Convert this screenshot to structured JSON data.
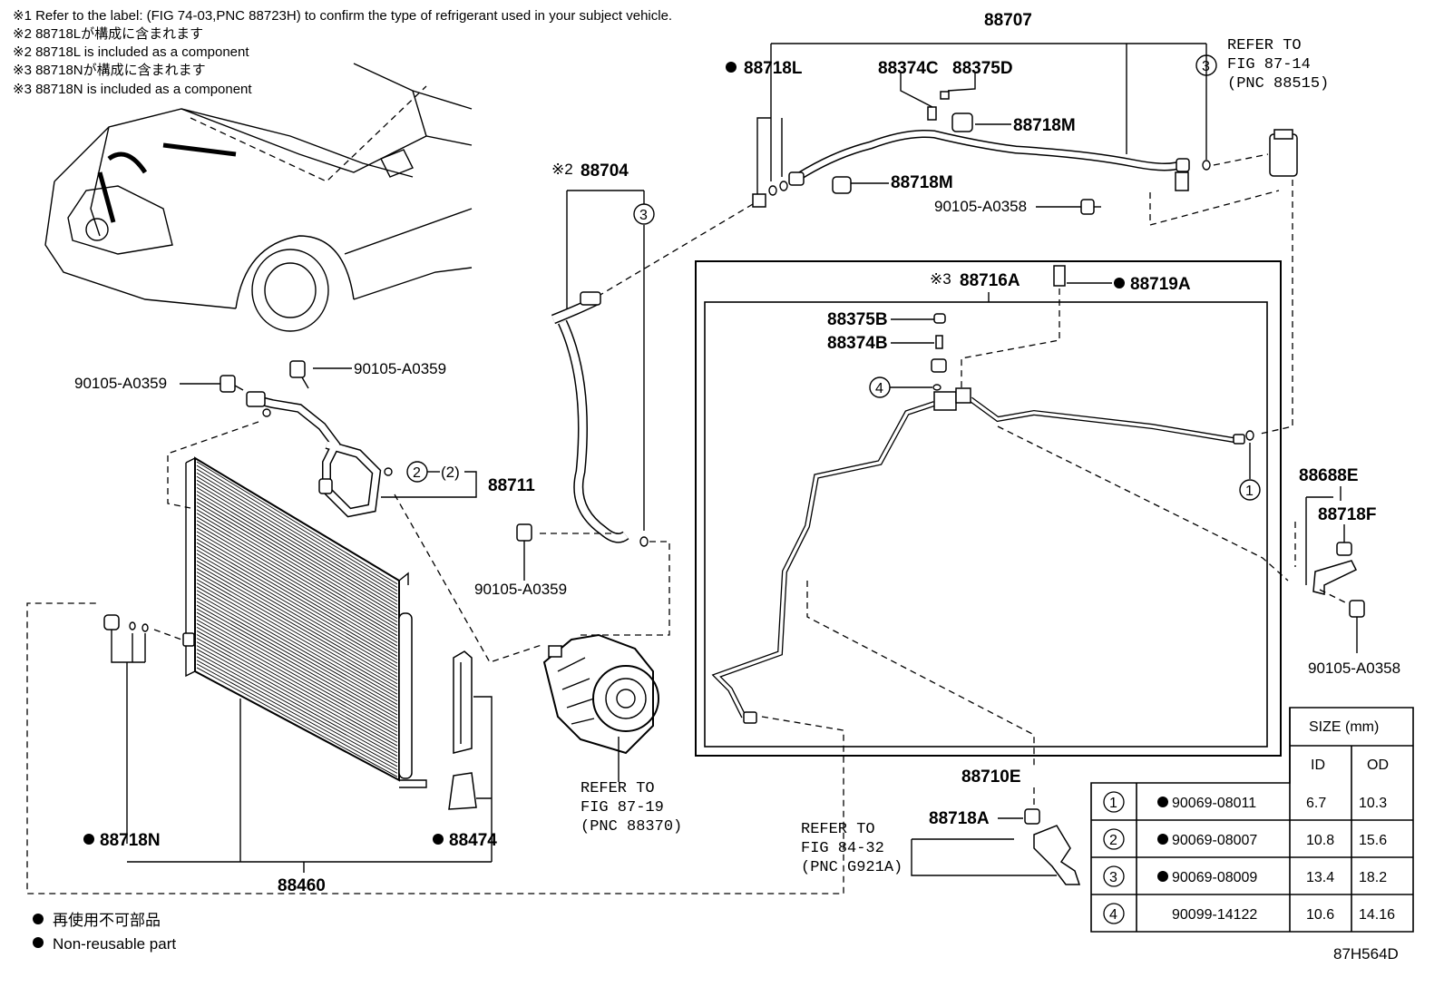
{
  "notes": [
    "※1 Refer to the label: (FIG 74-03,PNC 88723H) to confirm the type of refrigerant used in your subject vehicle.",
    "※2 88718Lが構成に含まれます",
    "※2 88718L is included as a component",
    "※3 88718Nが構成に含まれます",
    "※3 88718N is included as a component"
  ],
  "parts": {
    "p88707": "88707",
    "p88718L": "88718L",
    "p88374C": "88374C",
    "p88375D": "88375D",
    "p88718M_1": "88718M",
    "p88718M_2": "88718M",
    "p90105A0358_top": "90105-A0358",
    "p88704": "88704",
    "p88716A": "88716A",
    "p88719A": "88719A",
    "p88375B": "88375B",
    "p88374B": "88374B",
    "p90105A0359_a": "90105-A0359",
    "p90105A0359_b": "90105-A0359",
    "p90105A0359_c": "90105-A0359",
    "p88711": "88711",
    "p88711_qty": "(2)",
    "p88688E": "88688E",
    "p88718F": "88718F",
    "p90105A0358_right": "90105-A0358",
    "p88710E": "88710E",
    "p88718A": "88718A",
    "p88718N": "88718N",
    "p88474": "88474",
    "p88460": "88460"
  },
  "prefix": {
    "note2": "※2",
    "note3": "※3"
  },
  "callouts": {
    "c1": "1",
    "c2": "2",
    "c3": "3",
    "c4": "4"
  },
  "refs": {
    "ref_top": [
      "REFER TO",
      "FIG 87-14",
      "(PNC 88515)"
    ],
    "ref_comp": [
      "REFER TO",
      "FIG 87-19",
      "(PNC 88370)"
    ],
    "ref_bottom": [
      "REFER TO",
      "FIG 84-32",
      "(PNC G921A)"
    ]
  },
  "legend": {
    "jp": "再使用不可部品",
    "en": "Non-reusable part"
  },
  "table": {
    "title": "SIZE (mm)",
    "col_id": "ID",
    "col_od": "OD",
    "rows": [
      {
        "no": "1",
        "part": "90069-08011",
        "nonreusable": true,
        "id": "6.7",
        "od": "10.3"
      },
      {
        "no": "2",
        "part": "90069-08007",
        "nonreusable": true,
        "id": "10.8",
        "od": "15.6"
      },
      {
        "no": "3",
        "part": "90069-08009",
        "nonreusable": true,
        "id": "13.4",
        "od": "18.2"
      },
      {
        "no": "4",
        "part": "90099-14122",
        "nonreusable": false,
        "id": "10.6",
        "od": "14.16"
      }
    ]
  },
  "figure_id": "87H564D"
}
